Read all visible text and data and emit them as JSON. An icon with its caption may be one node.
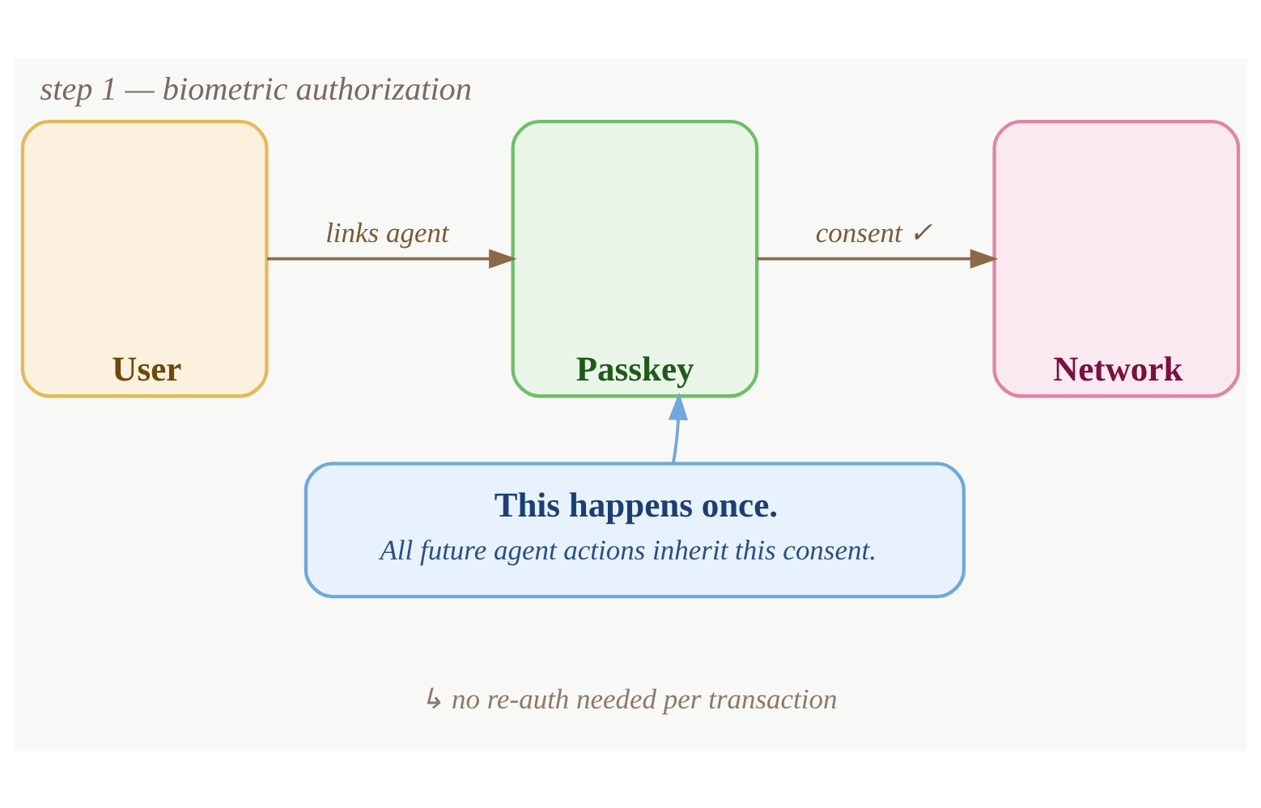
{
  "diagram": {
    "title": "step 1 — biometric authorization",
    "nodes": [
      {
        "text": [
          "User"
        ]
      },
      {
        "text": [
          "Passkey"
        ]
      },
      {
        "text": [
          "Network"
        ]
      },
      {
        "text": [
          "This happens once.",
          "All future agent actions inherit this consent."
        ]
      }
    ],
    "edges": [
      {
        "from": 0,
        "to": 1,
        "arrow": "to",
        "label": "links agent"
      },
      {
        "from": 1,
        "to": 2,
        "arrow": "to",
        "label": "consent ✓"
      },
      {
        "from": 3,
        "to": 1,
        "arrow": "to",
        "color": "#6fa8dc"
      }
    ],
    "labels": [
      "↳ no re-auth needed per transaction"
    ]
  }
}
